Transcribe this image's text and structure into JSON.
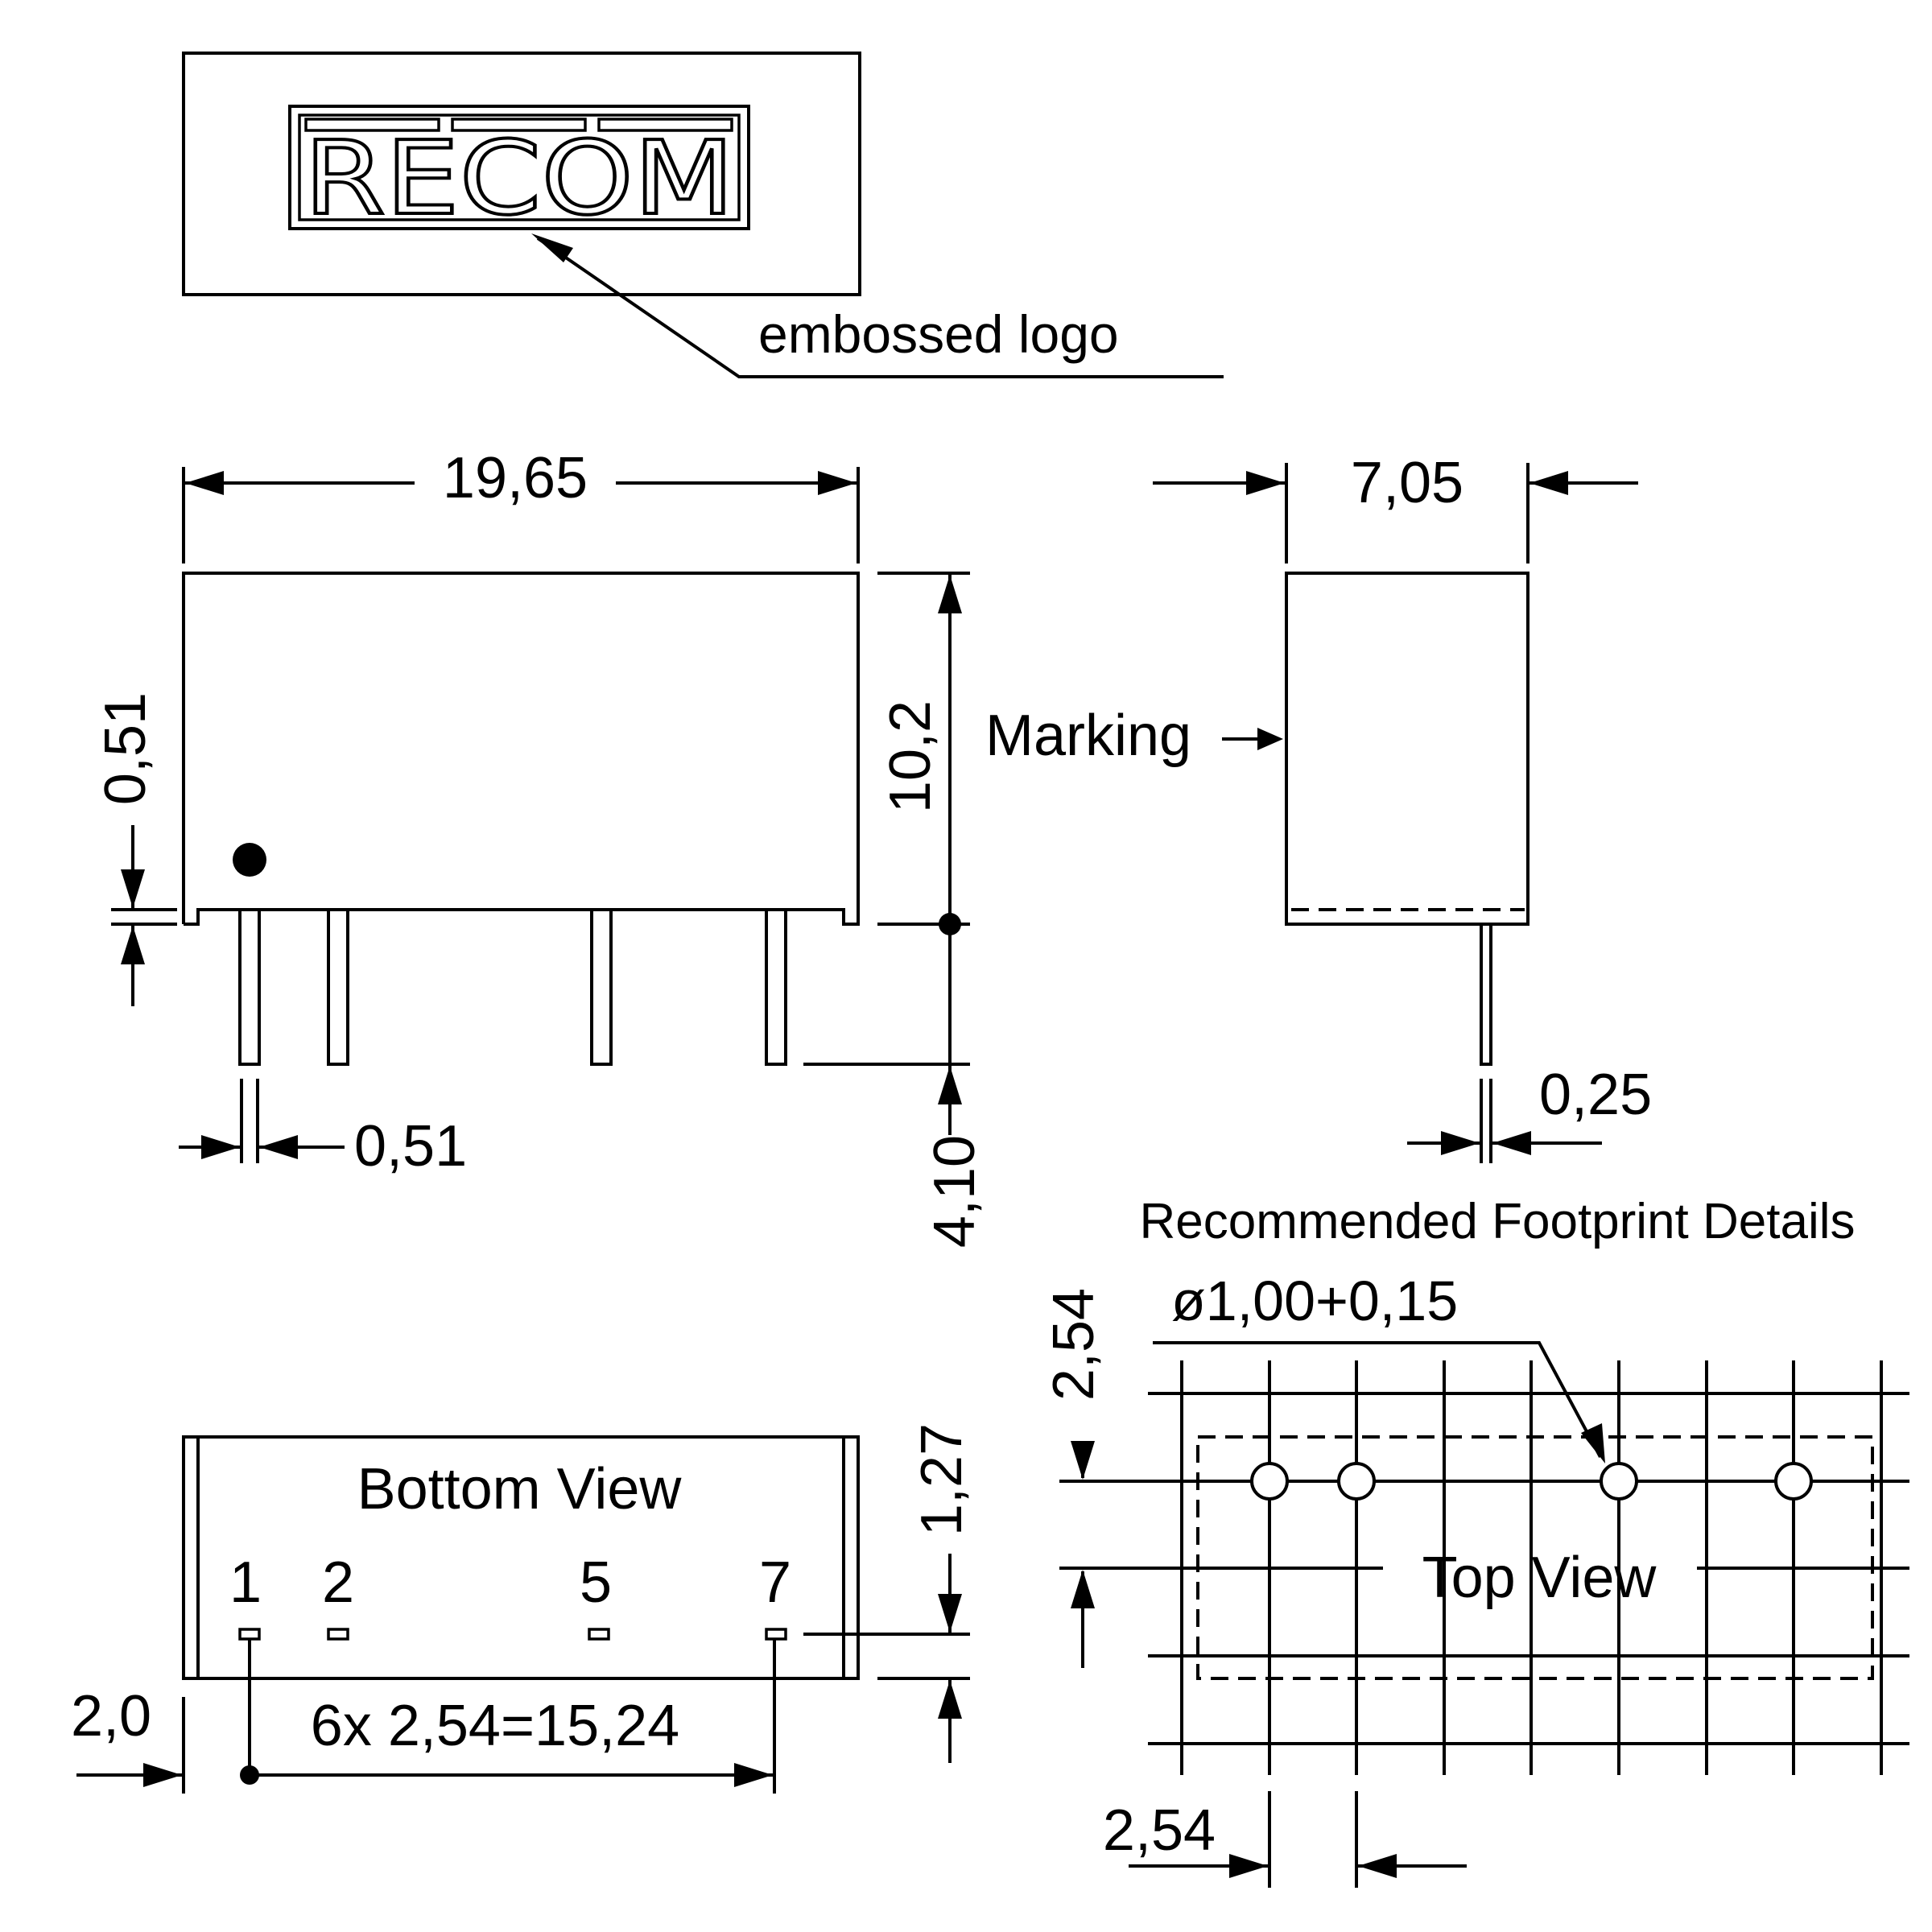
{
  "logo_text": "RECOM",
  "labels": {
    "embossed_logo": "embossed logo",
    "marking": "Marking",
    "bottom_view": "Bottom View",
    "top_view": "Top View",
    "footprint_title": "Recommended Footprint Details",
    "hole_diameter": "ø1,00+0,15"
  },
  "dimensions": {
    "body_length": "19,65",
    "body_width": "7,05",
    "body_height": "10,2",
    "standoff": "0,51",
    "pin_width": "0,51",
    "pin_length": "4,10",
    "pin_thickness": "0,25",
    "pin_offset": "2,0",
    "pin_span": "6x 2,54=15,24",
    "pin_row_offset": "1,27",
    "grid_pitch_vertical": "2,54",
    "grid_pitch_horizontal": "2,54"
  },
  "pin_numbers": [
    "1",
    "2",
    "5",
    "7"
  ]
}
